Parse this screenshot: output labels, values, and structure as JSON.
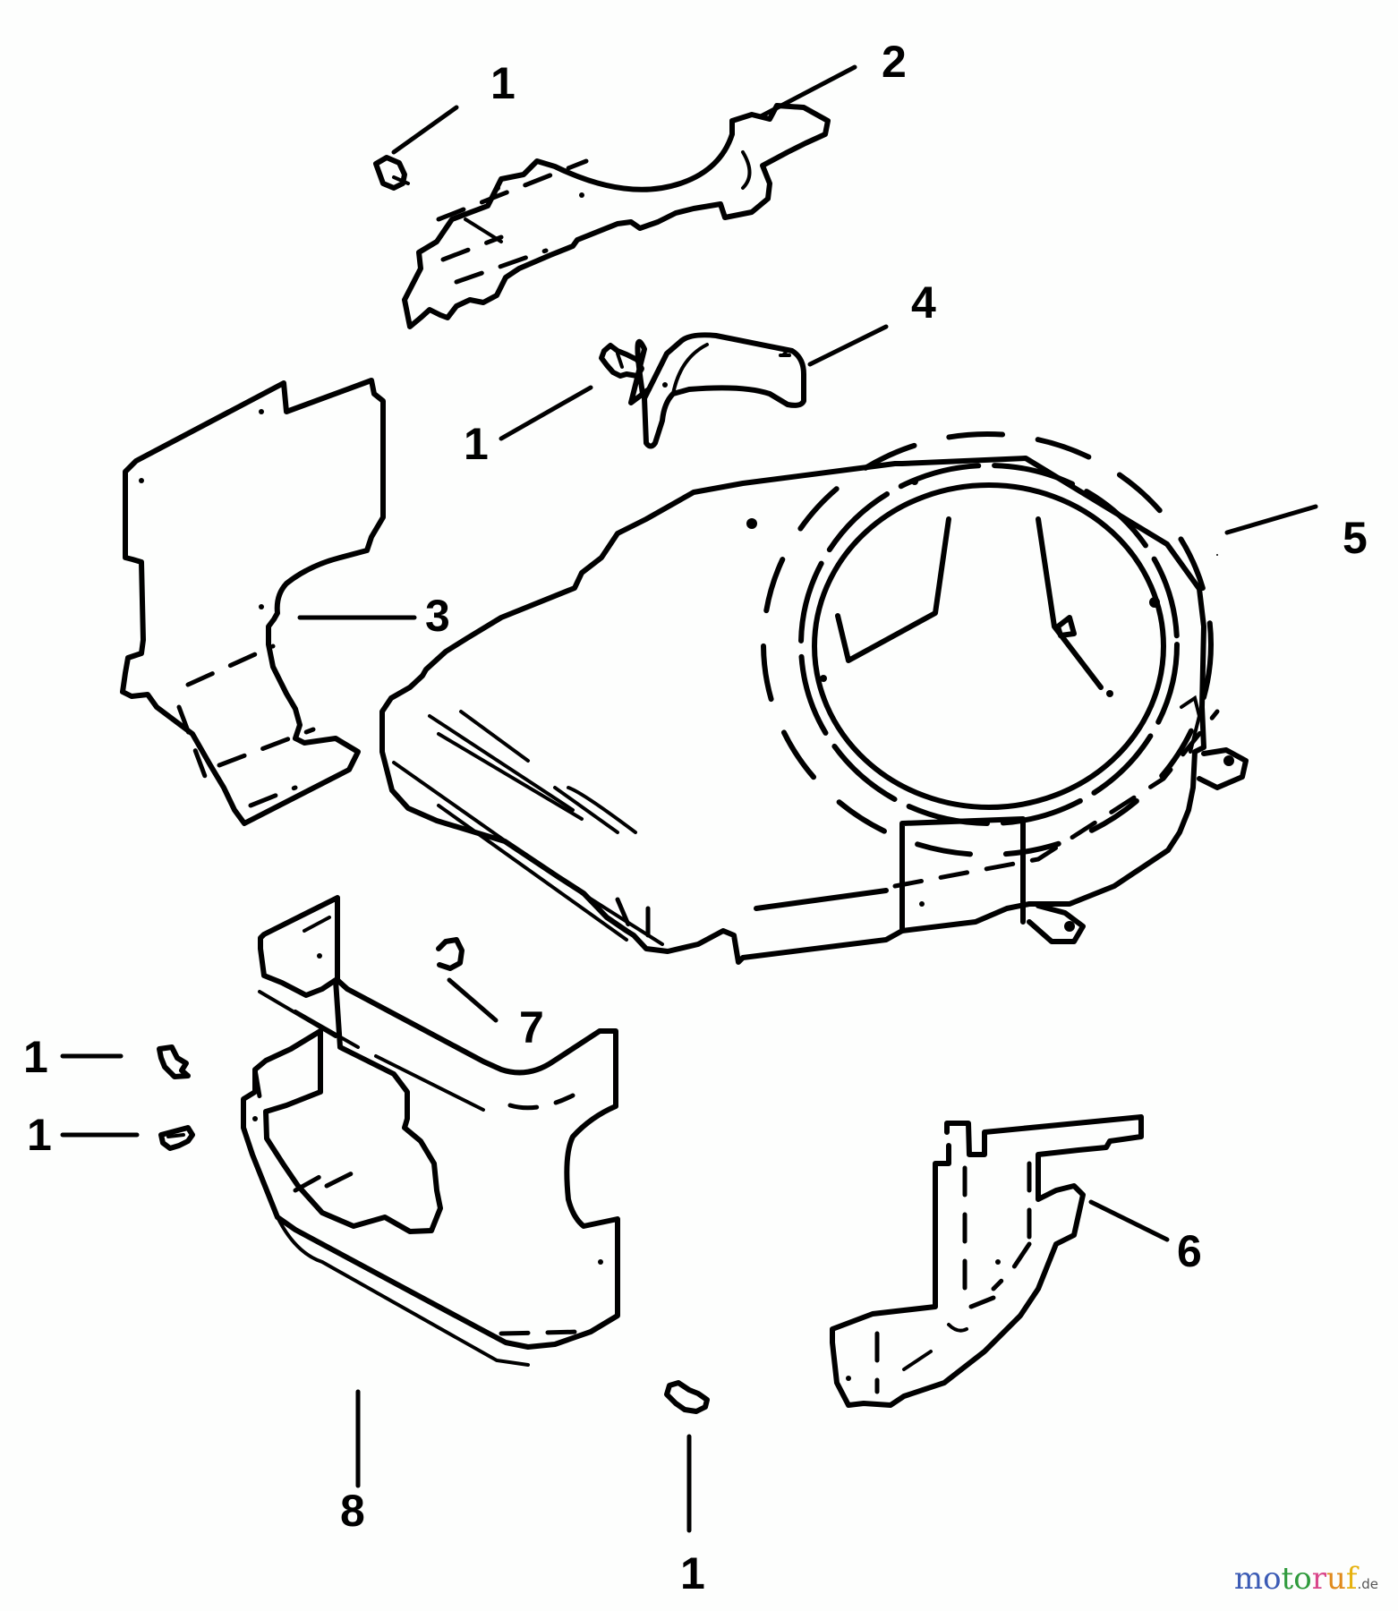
{
  "diagram": {
    "type": "exploded-parts-view",
    "subject": "Engine blower housing and air shrouds",
    "callouts": [
      {
        "id": "c1a",
        "number": "1",
        "part": "screw"
      },
      {
        "id": "c2",
        "number": "2",
        "part": "shroud-bracket"
      },
      {
        "id": "c1b",
        "number": "1",
        "part": "screw"
      },
      {
        "id": "c4",
        "number": "4",
        "part": "curved-baffle"
      },
      {
        "id": "c3",
        "number": "3",
        "part": "cylinder-shield-left"
      },
      {
        "id": "c5",
        "number": "5",
        "part": "blower-housing"
      },
      {
        "id": "c7",
        "number": "7",
        "part": "nut"
      },
      {
        "id": "c1c",
        "number": "1",
        "part": "screw"
      },
      {
        "id": "c1d",
        "number": "1",
        "part": "screw"
      },
      {
        "id": "c6",
        "number": "6",
        "part": "cylinder-shield-right"
      },
      {
        "id": "c8",
        "number": "8",
        "part": "lower-cylinder-shroud"
      },
      {
        "id": "c1e",
        "number": "1",
        "part": "screw"
      }
    ]
  },
  "watermark": {
    "letters": [
      "m",
      "o",
      "t",
      "o",
      "r",
      "u",
      "f"
    ],
    "colors": [
      "#3b5bb5",
      "#3b5bb5",
      "#2f9a3c",
      "#2f9a3c",
      "#d9468a",
      "#e08a1c",
      "#e6b20f"
    ],
    "suffix": ".de"
  }
}
